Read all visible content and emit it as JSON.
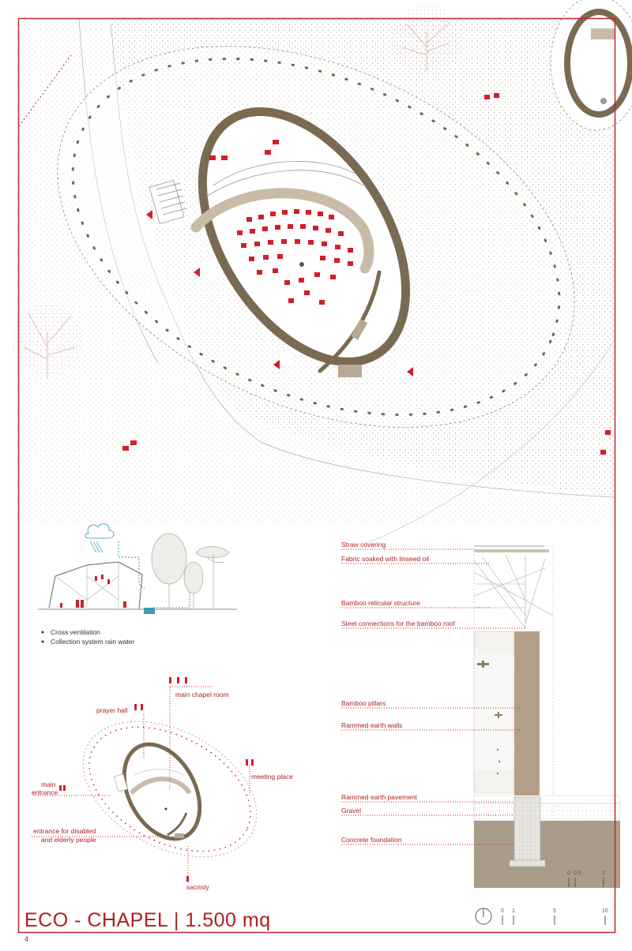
{
  "colors": {
    "frame": "#c0262b",
    "wall": "#7b6a52",
    "wall_light": "#c8bca9",
    "accent": "#d0202a",
    "grass": "#9aa08a",
    "earth": "#b5a995"
  },
  "diagram_ventilation": {
    "legend": [
      "Cross ventilation",
      "Collection system rain water"
    ]
  },
  "diagram_functions": {
    "labels": {
      "main_chapel_room": "main chapel room",
      "prayer_hall": "prayer hall",
      "meeting_place": "meeting place",
      "main_entrance_1": "main",
      "main_entrance_2": "entrance",
      "disabled_1": "entrance for disabled",
      "disabled_2": "and elderly people",
      "sacristy": "sacristy"
    }
  },
  "section": {
    "labels": {
      "straw": "Straw covering",
      "fabric": "Fabric soaked with linseed oil",
      "bamboo_structure": "Bamboo reticular structure",
      "steel": "Steel connections for the bamboo roof",
      "pillars": "Bamboo pillars",
      "walls": "Rammed earth walls",
      "pavement": "Rammed earth pavement",
      "gravel": "Gravel",
      "foundation": "Concrete foundation"
    },
    "scale": {
      "t0": "0",
      "t1": "0.5",
      "t2": "2"
    }
  },
  "footer": {
    "title": "ECO - CHAPEL | 1.500 mq",
    "page_number": "4",
    "scale": {
      "t0": "0",
      "t1": "1",
      "t2": "5",
      "t3": "10"
    }
  }
}
